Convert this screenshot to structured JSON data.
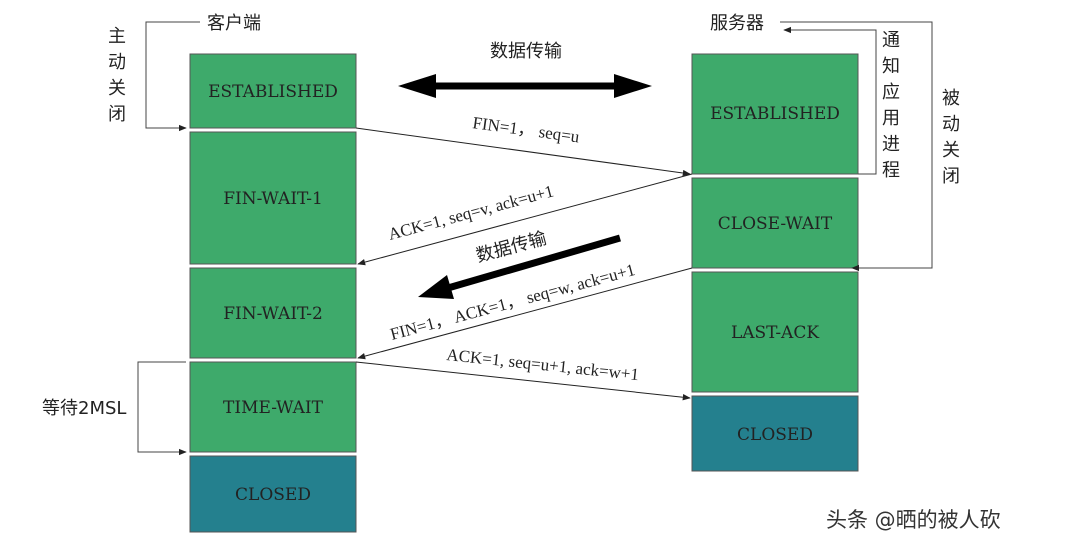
{
  "labels": {
    "client": "客户端",
    "server": "服务器",
    "active_close": "主动关闭",
    "passive_close": "被动关闭",
    "notify_app": "通知应用进程",
    "wait_2msl": "等待2MSL",
    "data_transfer_top": "数据传输",
    "data_transfer_mid": "数据传输"
  },
  "client_states": [
    {
      "label": "ESTABLISHED",
      "color": "#3eaa6b"
    },
    {
      "label": "FIN-WAIT-1",
      "color": "#3eaa6b"
    },
    {
      "label": "FIN-WAIT-2",
      "color": "#3eaa6b"
    },
    {
      "label": "TIME-WAIT",
      "color": "#3eaa6b"
    },
    {
      "label": "CLOSED",
      "color": "#24808e"
    }
  ],
  "server_states": [
    {
      "label": "ESTABLISHED",
      "color": "#3eaa6b"
    },
    {
      "label": "CLOSE-WAIT",
      "color": "#3eaa6b"
    },
    {
      "label": "LAST-ACK",
      "color": "#3eaa6b"
    },
    {
      "label": "CLOSED",
      "color": "#24808e"
    }
  ],
  "messages": [
    {
      "label": "FIN=1， seq=u"
    },
    {
      "label": "ACK=1, seq=v, ack=u+1"
    },
    {
      "label": "FIN=1， ACK=1， seq=w, ack=u+1"
    },
    {
      "label": "ACK=1, seq=u+1, ack=w+1"
    }
  ],
  "watermark": "头条 @晒的被人砍"
}
